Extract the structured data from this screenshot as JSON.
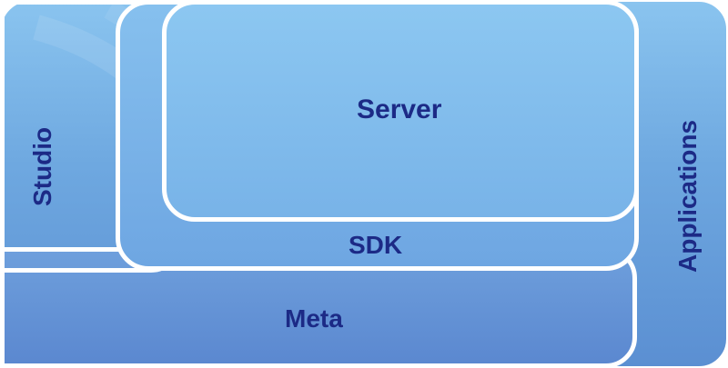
{
  "boxes": {
    "applications": "Applications",
    "studio": "Studio",
    "meta": "Meta",
    "sdk": "SDK",
    "server": "Server"
  },
  "colors": {
    "label_text": "#1c2a86",
    "outline": "#ffffff",
    "fill_light": "#8ac4ef",
    "fill_dark": "#5b8fd2"
  }
}
